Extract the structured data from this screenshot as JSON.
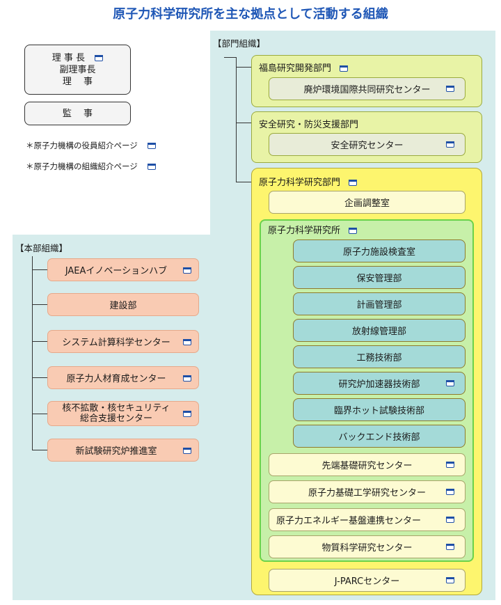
{
  "title": "原子力科学研究所を主な拠点として活動する組織",
  "executives": {
    "line1": "理 事 長",
    "line2": "副理事長",
    "line3": "理　 事",
    "auditor": "監　 事"
  },
  "notes": [
    "＊原子力機構の役員紹介ページ",
    "＊原子力機構の組織紹介ページ"
  ],
  "departments": {
    "label": "【部門組織】",
    "fukushima": {
      "name": "福島研究開発部門",
      "center": "廃炉環境国際共同研究センター"
    },
    "safety": {
      "name": "安全研究・防災支援部門",
      "center": "安全研究センター"
    },
    "nuclear_science": {
      "name": "原子力科学研究部門",
      "planning": "企画調整室",
      "institute": {
        "name": "原子力科学研究所",
        "units": [
          "原子力施設検査室",
          "保安管理部",
          "計画管理部",
          "放射線管理部",
          "工務技術部",
          "研究炉加速器技術部",
          "臨界ホット試験技術部",
          "バックエンド技術部"
        ]
      },
      "centers": [
        "先端基礎研究センター",
        "原子力基礎工学研究センター",
        "原子力エネルギー基盤連携センター",
        "物質科学研究センター"
      ],
      "jparc": "J-PARCセンター"
    }
  },
  "headquarters": {
    "label": "【本部組織】",
    "items": [
      "JAEAイノベーションハブ",
      "建設部",
      "システム計算科学センター",
      "原子力人材育成センター",
      "核不拡散・核セキュリティ",
      "総合支援センター",
      "新試験研究炉推進室"
    ]
  },
  "colors": {
    "title": "#1f57b6",
    "background_panel": "#d6ecec",
    "hq_item": "#f9cbb3",
    "dept": "#e8f3a6",
    "nuclear_dept": "#fdf56e",
    "institute": "#c7f0a9",
    "unit": "#a4dad8",
    "center": "#fdfbd2"
  },
  "icons": {
    "link": "window-icon"
  }
}
